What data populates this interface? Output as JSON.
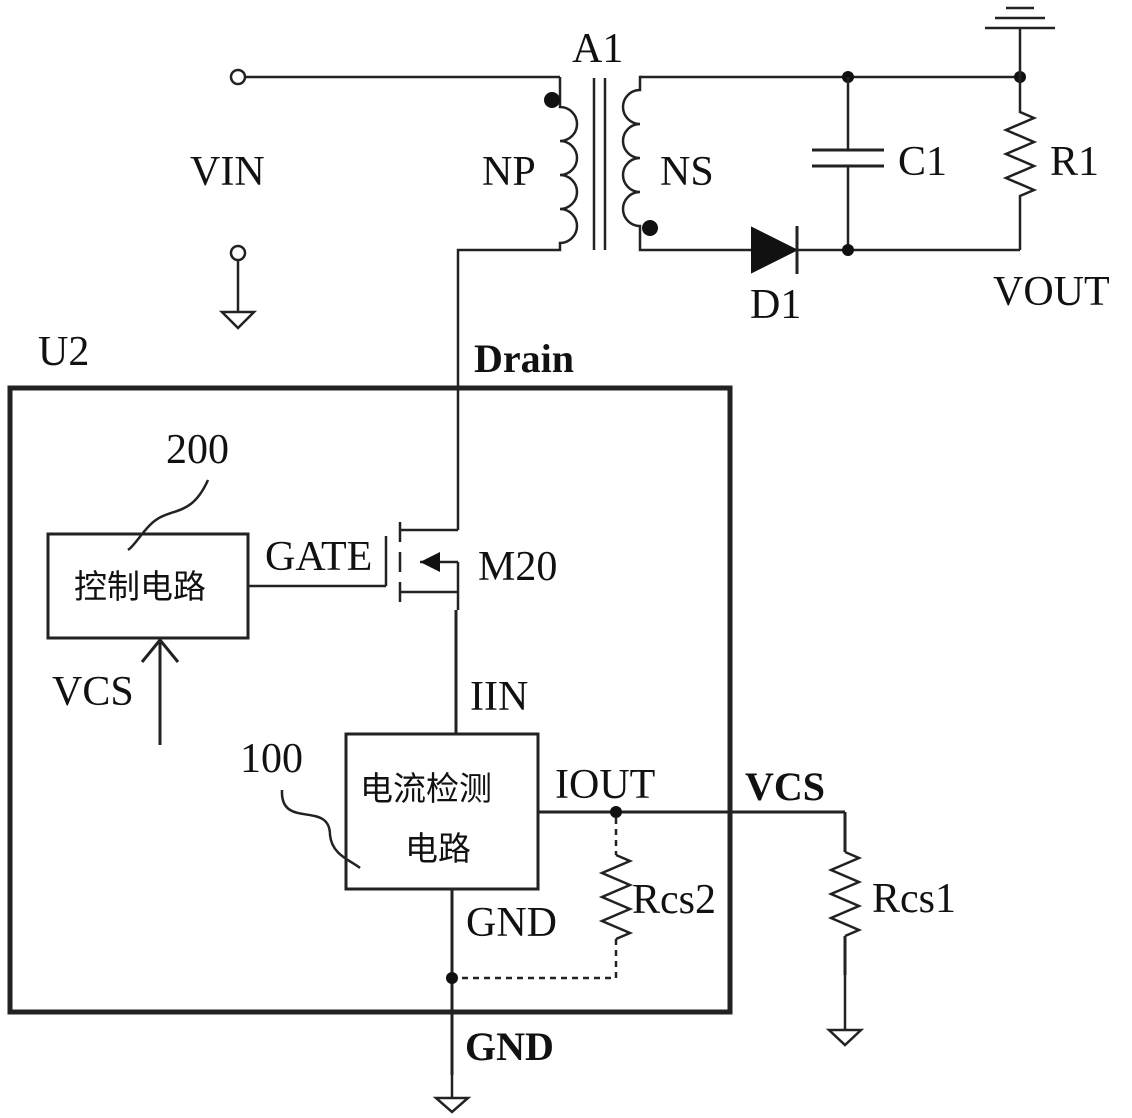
{
  "labels": {
    "vin": "VIN",
    "transformer": "A1",
    "primary": "NP",
    "secondary": "NS",
    "capacitor": "C1",
    "resistor_r1": "R1",
    "diode": "D1",
    "vout": "VOUT",
    "chip": "U2",
    "drain": "Drain",
    "control_ref": "200",
    "gate": "GATE",
    "mosfet": "M20",
    "vcs_in": "VCS",
    "iin": "IIN",
    "detect_ref": "100",
    "iout": "IOUT",
    "vcs_out": "VCS",
    "rcs2": "Rcs2",
    "rcs1": "Rcs1",
    "gnd_inner": "GND",
    "gnd_outer": "GND"
  },
  "blocks": {
    "control": "控制电路",
    "detect_line1": "电流检测",
    "detect_line2": "电路"
  },
  "colors": {
    "ink": "#222222",
    "background": "#ffffff"
  }
}
